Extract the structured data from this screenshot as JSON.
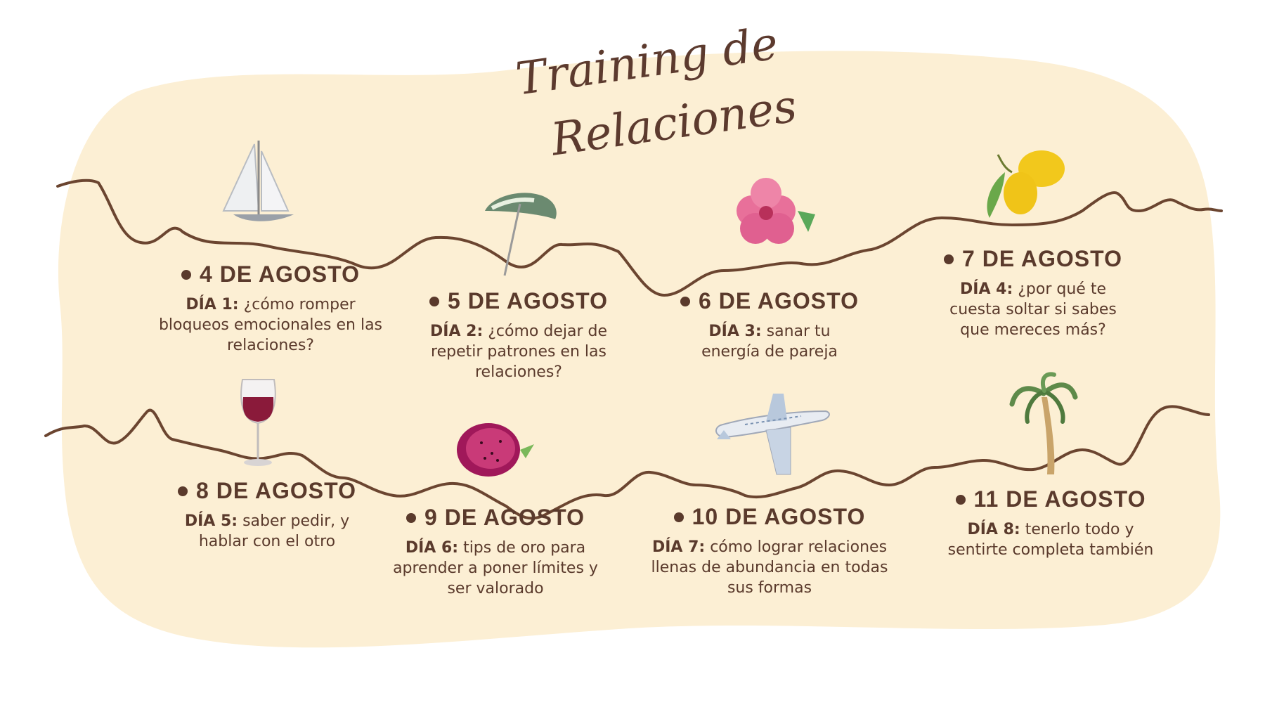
{
  "title": {
    "line1": "Training de",
    "line2": "Relaciones"
  },
  "entries": [
    {
      "date": "4 DE AGOSTO",
      "day": "DÍA 1:",
      "text": "¿cómo romper bloqueos emocionales en las relaciones?"
    },
    {
      "date": "5 DE AGOSTO",
      "day": "DÍA 2:",
      "text": "¿cómo dejar de repetir patrones en las relaciones?"
    },
    {
      "date": "6 DE AGOSTO",
      "day": "DÍA 3:",
      "text": "sanar tu energía de pareja"
    },
    {
      "date": "7 DE AGOSTO",
      "day": "DÍA 4:",
      "text": "¿por qué te cuesta soltar si sabes que mereces más?"
    },
    {
      "date": "8 DE AGOSTO",
      "day": "DÍA 5:",
      "text": "saber pedir, y hablar con el otro"
    },
    {
      "date": "9 DE AGOSTO",
      "day": "DÍA 6:",
      "text": "tips de oro para aprender a poner límites y ser valorado"
    },
    {
      "date": "10 DE AGOSTO",
      "day": "DÍA 7:",
      "text": "cómo lograr relaciones llenas de abundancia en todas sus formas"
    },
    {
      "date": "11 DE AGOSTO",
      "day": "DÍA 8:",
      "text": "tenerlo todo y sentirte completa también"
    }
  ],
  "icons": [
    "sailboat-icon",
    "beach-umbrella-icon",
    "hibiscus-flower-icon",
    "lemons-icon",
    "wine-glass-icon",
    "dragon-fruit-icon",
    "airplane-icon",
    "palm-tree-icon"
  ],
  "colors": {
    "background_blob": "#fcefd4",
    "text": "#5a3a2c",
    "line": "#6b4530"
  }
}
